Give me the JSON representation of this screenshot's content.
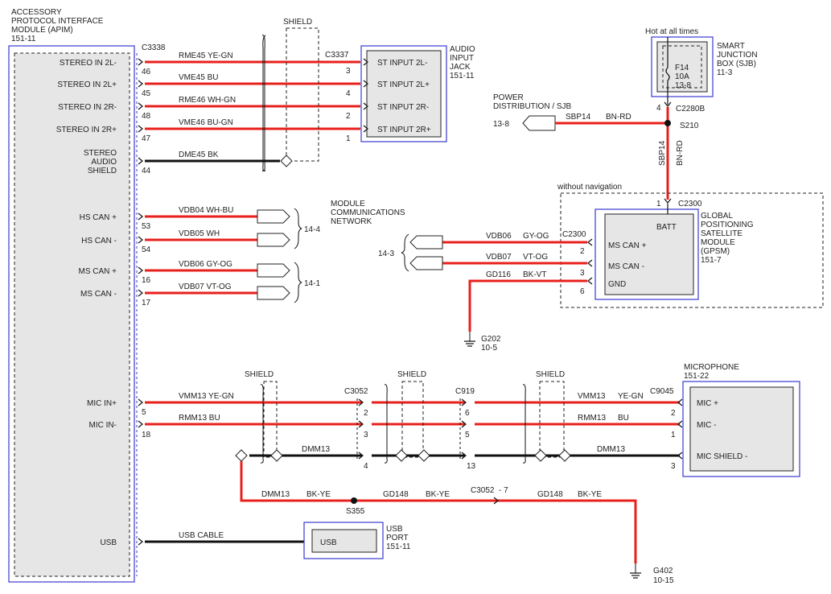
{
  "apim": {
    "title_l1": "ACCESSORY",
    "title_l2": "PROTOCOL INTERFACE",
    "title_l3": "MODULE (APIM)",
    "ref": "151-11",
    "connector": "C3338",
    "pins": [
      {
        "label": "STEREO IN 2L-",
        "pin": "46"
      },
      {
        "label": "STEREO IN 2L+",
        "pin": "45"
      },
      {
        "label": "STEREO IN 2R-",
        "pin": "48"
      },
      {
        "label": "STEREO IN 2R+",
        "pin": "47"
      },
      {
        "label": "STEREO",
        "label2": "AUDIO",
        "label3": "SHIELD",
        "pin": "44"
      },
      {
        "label": "HS CAN +",
        "pin": "53"
      },
      {
        "label": "HS CAN -",
        "pin": "54"
      },
      {
        "label": "MS CAN +",
        "pin": "16"
      },
      {
        "label": "MS CAN -",
        "pin": "17"
      },
      {
        "label": "MIC IN+",
        "pin": "5"
      },
      {
        "label": "MIC IN-",
        "pin": "18"
      },
      {
        "label": "USB"
      }
    ]
  },
  "wires_top": [
    {
      "circuit": "RME45 YE-GN"
    },
    {
      "circuit": "VME45 BU"
    },
    {
      "circuit": "RME46 WH-GN"
    },
    {
      "circuit": "VME46 BU-GN"
    },
    {
      "circuit": "DME45 BK"
    }
  ],
  "shield_label": "SHIELD",
  "audio_jack": {
    "connector": "C3337",
    "title_l1": "AUDIO",
    "title_l2": "INPUT",
    "title_l3": "JACK",
    "ref": "151-11",
    "pins": [
      {
        "label": "ST INPUT 2L-",
        "pin": "3"
      },
      {
        "label": "ST INPUT 2L+",
        "pin": "4"
      },
      {
        "label": "ST INPUT 2R-",
        "pin": "2"
      },
      {
        "label": "ST INPUT 2R+",
        "pin": "1"
      }
    ]
  },
  "can_wires": [
    {
      "circuit": "VDB04  WH-BU"
    },
    {
      "circuit": "VDB05  WH"
    },
    {
      "circuit": "VDB06  GY-OG"
    },
    {
      "circuit": "VDB07  VT-OG"
    }
  ],
  "network": {
    "l1": "MODULE",
    "l2": "COMMUNICATIONS",
    "l3": "NETWORK",
    "ref_hs": "14-4",
    "ref_ms": "14-1",
    "ref_gps": "14-3"
  },
  "sjb": {
    "hot": "Hot at all times",
    "fuse": "F14",
    "amps": "10A",
    "fuse_ref": "13-8",
    "title_l1": "SMART",
    "title_l2": "JUNCTION",
    "title_l3": "BOX (SJB)",
    "ref": "11-3",
    "pin": "4",
    "connector": "C2280B"
  },
  "power": {
    "title_l1": "POWER",
    "title_l2": "DISTRIBUTION / SJB",
    "ref": "13-8",
    "circuit": "SBP14",
    "color": "BN-RD",
    "splice": "S210",
    "vert_circuit": "SBP14",
    "vert_color": "BN-RD"
  },
  "gpsm": {
    "option": "without navigation",
    "pin_batt": "1",
    "connector": "C2300",
    "connector2": "C2300",
    "batt": "BATT",
    "title_l1": "GLOBAL",
    "title_l2": "POSITIONING",
    "title_l3": "SATELLITE",
    "title_l4": "MODULE",
    "title_l5": "(GPSM)",
    "ref": "151-7",
    "pins": [
      {
        "label": "MS CAN +",
        "pin": "2",
        "circuit": "VDB06",
        "color": "GY-OG"
      },
      {
        "label": "MS CAN -",
        "pin": "3",
        "circuit": "VDB07",
        "color": "VT-OG"
      },
      {
        "label": "GND",
        "pin": "6",
        "circuit": "GD116",
        "color": "BK-VT"
      }
    ],
    "ground": "G202",
    "ground_ref": "10-5"
  },
  "mic_section": {
    "left_wires": [
      {
        "circuit": "VMM13 YE-GN"
      },
      {
        "circuit": "RMM13 BU"
      },
      {
        "circuit": "DMM13"
      }
    ],
    "c3052": "C3052",
    "c3052_pins": [
      "2",
      "3",
      "4"
    ],
    "c919": "C919",
    "c919_pins": [
      "6",
      "5",
      "13"
    ],
    "right_wires": [
      {
        "circuit": "VMM13",
        "color": "YE-GN"
      },
      {
        "circuit": "RMM13",
        "color": "BU"
      },
      {
        "circuit": "DMM13"
      }
    ],
    "c9045": "C9045",
    "c9045_pins": [
      "2",
      "1",
      "3"
    ],
    "drain": {
      "circuit": "DMM13",
      "color": "BK-YE"
    },
    "splice": "S355",
    "gd_circuit": "GD148",
    "gd_color": "BK-YE",
    "c3052_7": "C3052",
    "c3052_7_pin": "- 7",
    "gd2_circuit": "GD148",
    "gd2_color": "BK-YE",
    "ground": "G402",
    "ground_ref": "10-15"
  },
  "microphone": {
    "title": "MICROPHONE",
    "ref": "151-22",
    "pins": [
      {
        "label": "MIC +"
      },
      {
        "label": "MIC -"
      },
      {
        "label": "MIC SHIELD -"
      }
    ]
  },
  "usb": {
    "cable": "USB CABLE",
    "label": "USB",
    "title_l1": "USB",
    "title_l2": "PORT",
    "ref": "151-11"
  },
  "colors": {
    "wire_red": "#e8201c",
    "module_blue": "#3a3ad0",
    "module_fill": "#e6e6e6"
  }
}
